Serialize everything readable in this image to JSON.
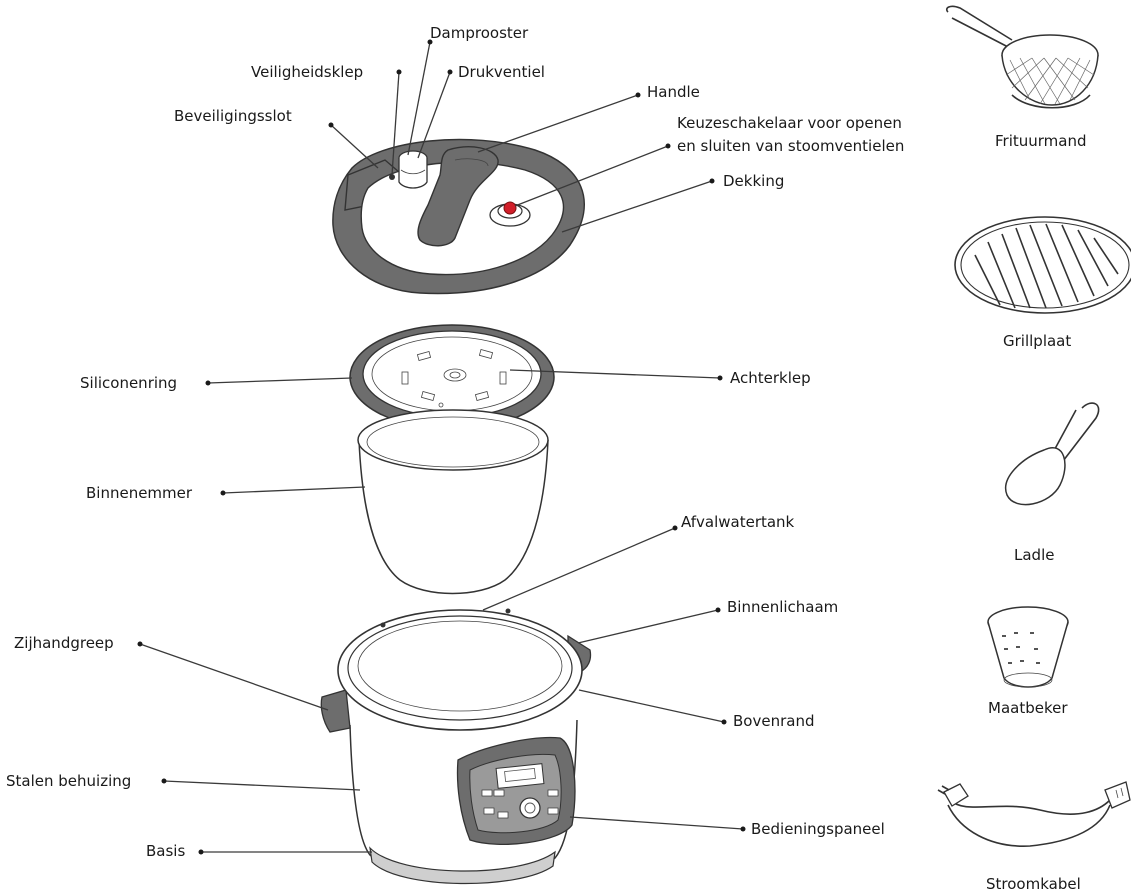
{
  "labels": {
    "damprooster": "Damprooster",
    "veiligheidsklep": "Veiligheidsklep",
    "drukventiel": "Drukventiel",
    "beveiligingsslot": "Beveiligingsslot",
    "handle": "Handle",
    "keuzeschakelaar_line1": "Keuzeschakelaar voor openen",
    "keuzeschakelaar_line2": "en sluiten van stoomventielen",
    "dekking": "Dekking",
    "siliconenring": "Siliconenring",
    "achterklep": "Achterklep",
    "binnenemmer": "Binnenemmer",
    "afvalwatertank": "Afvalwatertank",
    "binnenlichaam": "Binnenlichaam",
    "zijhandgreep": "Zijhandgreep",
    "bovenrand": "Bovenrand",
    "stalen_behuizing": "Stalen behuizing",
    "bedieningspaneel": "Bedieningspaneel",
    "basis": "Basis"
  },
  "accessories": {
    "frituurmand": "Frituurmand",
    "grillplaat": "Grillplaat",
    "ladle": "Ladle",
    "maatbeker": "Maatbeker",
    "stroomkabel": "Stroomkabel"
  },
  "colors": {
    "dark_gray": "#6b6b6b",
    "mid_gray": "#9a9a9a",
    "light_gray": "#cfcfcf",
    "valve_red": "#d11f2a"
  }
}
